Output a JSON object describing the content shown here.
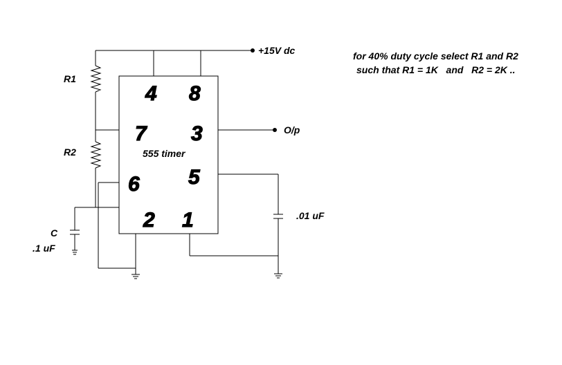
{
  "supply_label": "+15V dc",
  "output_label": "O/p",
  "chip_label": "555 timer",
  "resistors": {
    "r1": "R1",
    "r2": "R2"
  },
  "capacitors": {
    "c_name": "C",
    "c_value": ".1 uF",
    "control_cap_value": ".01 uF"
  },
  "pins": {
    "p4": "4",
    "p8": "8",
    "p7": "7",
    "p3": "3",
    "p6": "6",
    "p5": "5",
    "p2": "2",
    "p1": "1"
  },
  "note": {
    "line1": "for 40% duty cycle select R1 and R2",
    "line2": "such that R1 = 1K   and   R2 = 2K .."
  }
}
